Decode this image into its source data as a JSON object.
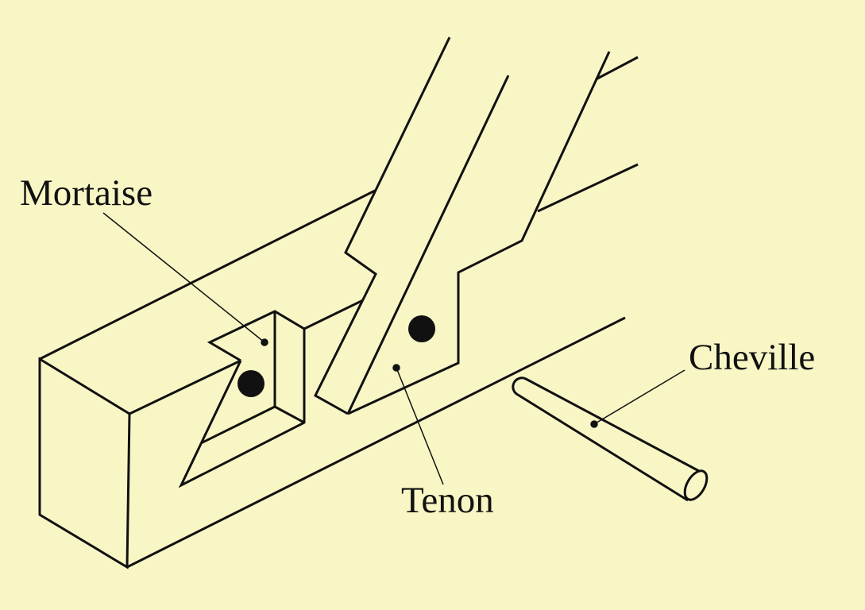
{
  "labels": {
    "mortaise": "Mortaise",
    "tenon": "Tenon",
    "cheville": "Cheville"
  },
  "colors": {
    "background": "#f8f6c5",
    "ink": "#111111"
  }
}
